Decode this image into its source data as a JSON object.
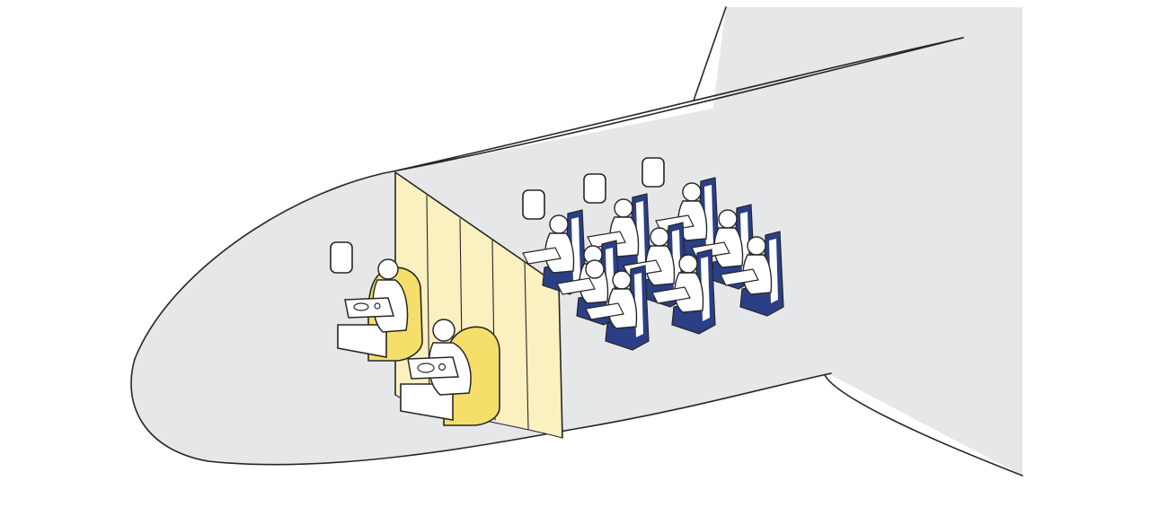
{
  "colors": {
    "background": "#ffffff",
    "fuselage": "#e6e7e9",
    "outline": "#262626",
    "curtain": "#fbf1c0",
    "business_seat": "#f5df6a",
    "economy_seat": "#2b3f86",
    "passenger": "#ffffff"
  },
  "illustration": {
    "subject": "airplane-cabin-cutaway",
    "business_class": {
      "passengers_dining": 2,
      "seat_color_name": "yellow",
      "meal_trays": 2
    },
    "curtain_divider": {
      "color_name": "pale-yellow"
    },
    "economy_class": {
      "passengers": 10,
      "seat_color_name": "navy-blue"
    },
    "windows": {
      "business_cabin": 1,
      "economy_cabin": 3
    }
  }
}
